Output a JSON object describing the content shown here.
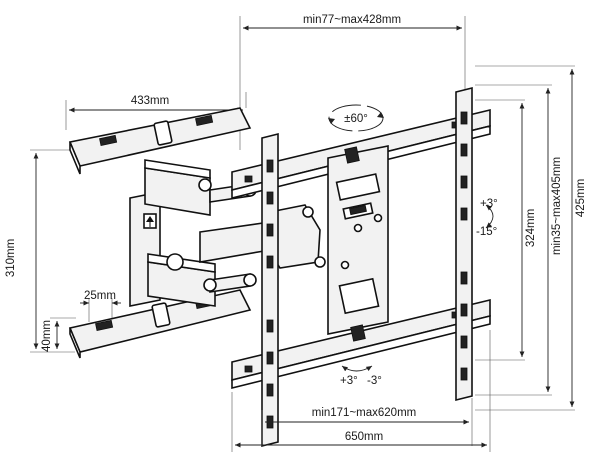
{
  "labels": {
    "arm_spread": "min77~max428mm",
    "wall_plate_width": "433mm",
    "wall_plate_height": "310mm",
    "slot_spacing": "25mm",
    "lower_offset": "40mm",
    "swivel": "±60°",
    "tilt_up": "+3°",
    "tilt_down": "-15°",
    "level_plus": "+3°",
    "level_minus": "-3°",
    "vertical_spacing": "min35~max405mm",
    "inner_height": "324mm",
    "outer_height": "425mm",
    "horizontal_spacing": "min171~max620mm",
    "bracket_width": "650mm"
  }
}
